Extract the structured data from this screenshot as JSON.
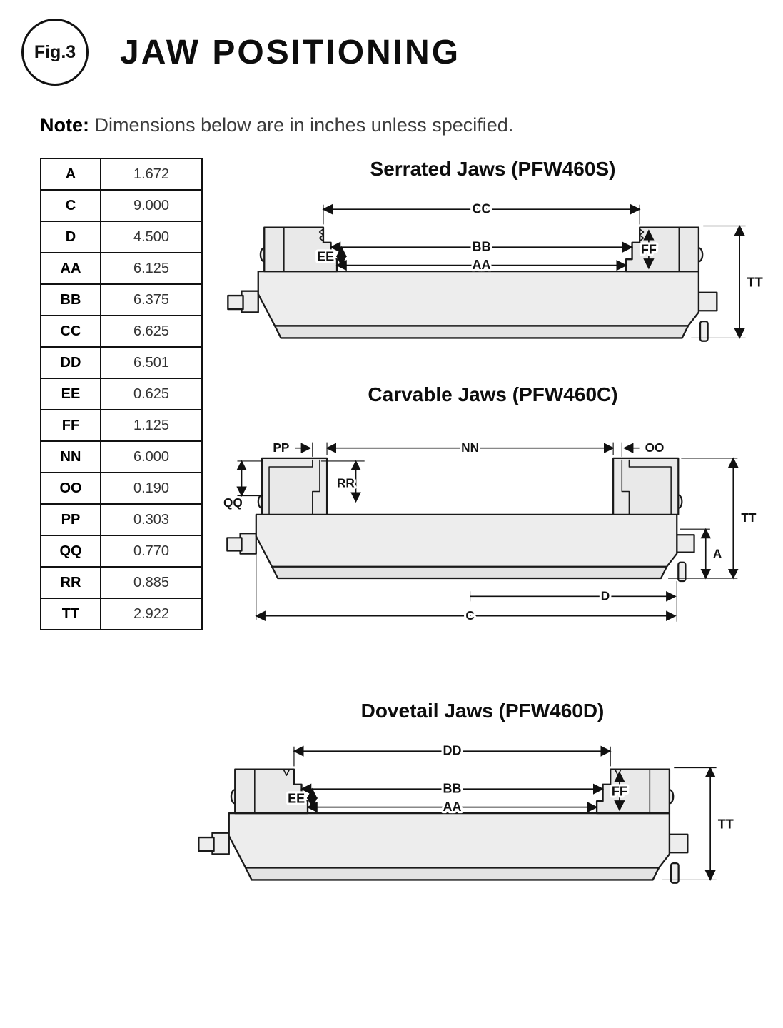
{
  "header": {
    "badge": "Fig.3",
    "title": "JAW POSITIONING"
  },
  "note": {
    "label": "Note:",
    "text": "Dimensions below are in inches unless specified."
  },
  "table": {
    "rows": [
      {
        "key": "A",
        "value": "1.672"
      },
      {
        "key": "C",
        "value": "9.000"
      },
      {
        "key": "D",
        "value": "4.500"
      },
      {
        "key": "AA",
        "value": "6.125"
      },
      {
        "key": "BB",
        "value": "6.375"
      },
      {
        "key": "CC",
        "value": "6.625"
      },
      {
        "key": "DD",
        "value": "6.501"
      },
      {
        "key": "EE",
        "value": "0.625"
      },
      {
        "key": "FF",
        "value": "1.125"
      },
      {
        "key": "NN",
        "value": "6.000"
      },
      {
        "key": "OO",
        "value": "0.190"
      },
      {
        "key": "PP",
        "value": "0.303"
      },
      {
        "key": "QQ",
        "value": "0.770"
      },
      {
        "key": "RR",
        "value": "0.885"
      },
      {
        "key": "TT",
        "value": "2.922"
      }
    ]
  },
  "diagrams": [
    {
      "title": "Serrated Jaws (PFW460S)",
      "dims": {
        "top": "CC",
        "mid": "BB",
        "bottom": "AA",
        "left_step": "EE",
        "right_step": "FF",
        "height": "TT"
      }
    },
    {
      "title": "Carvable Jaws (PFW460C)",
      "dims": {
        "pp": "PP",
        "nn": "NN",
        "oo": "OO",
        "qq": "QQ",
        "rr": "RR",
        "tt": "TT",
        "a": "A",
        "d": "D",
        "c": "C"
      }
    },
    {
      "title": "Dovetail Jaws (PFW460D)",
      "dims": {
        "top": "DD",
        "mid": "BB",
        "bottom": "AA",
        "left_step": "EE",
        "right_step": "FF",
        "height": "TT"
      }
    }
  ]
}
